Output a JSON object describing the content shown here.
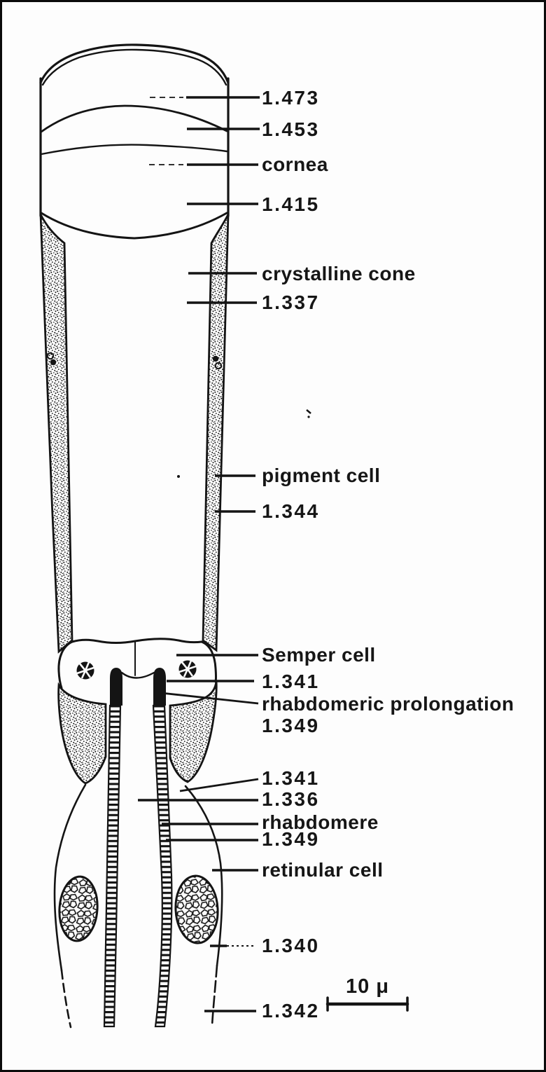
{
  "figure": {
    "description": "Line drawing of an ommatidium (compound-eye unit) in longitudinal section, annotated with refractive indices",
    "ink_color": "#141414",
    "background_color": "#fdfdfd"
  },
  "annotations": {
    "n1473": "1.473",
    "n1453": "1.453",
    "cornea": "cornea",
    "n1415": "1.415",
    "crystalline_cone": "crystalline cone",
    "n1337": "1.337",
    "pigment_cell": "pigment cell",
    "n1344": "1.344",
    "semper_cell": "Semper cell",
    "n1341_upper": "1.341",
    "rhabdomeric_prolongation": "rhabdomeric prolongation",
    "n1349_upper": "1.349",
    "n1341_lower": "1.341",
    "n1336": "1.336",
    "rhabdomere": "rhabdomere",
    "n1349_lower": "1.349",
    "retinular_cell": "retinular cell",
    "n1340": "1.340",
    "n1342": "1.342"
  },
  "scale_bar": {
    "label": "10 μ"
  }
}
